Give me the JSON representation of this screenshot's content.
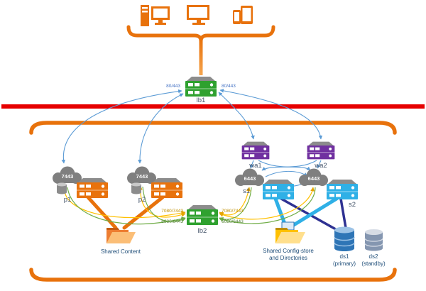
{
  "diagram": {
    "type": "network-architecture",
    "colors": {
      "orange": "#E8720C",
      "firewall_red": "#E60000",
      "load_balancer_green": "#2FA12F",
      "web_adaptor_purple": "#7030A0",
      "server_blue": "#2FB0E6",
      "cloud_gray": "#7F7F7F",
      "arrow_blue": "#5B9BD5",
      "arrow_gold": "#FFC000",
      "arrow_green": "#70AD47",
      "storage_navy": "#2E3192"
    },
    "lb1": {
      "label": "lb1",
      "port_left": "80/443",
      "port_right": "80/443"
    },
    "lb2": {
      "label": "lb2",
      "port_top_left": "7080/7443",
      "port_top_right": "7080/7443",
      "port_bottom_left": "6080/6443",
      "port_bottom_right": "6080/6443"
    },
    "p1": {
      "label": "p1",
      "port": "7443"
    },
    "p2": {
      "label": "p2",
      "port": "7443"
    },
    "wa1": {
      "label": "wa1"
    },
    "wa2": {
      "label": "wa2"
    },
    "s1": {
      "label": "s1",
      "port": "6443"
    },
    "s2": {
      "label": "s2",
      "port": "6443"
    },
    "shared_content": {
      "label": "Shared Content"
    },
    "config_store": {
      "line1": "Shared Config-store",
      "line2": "and Directories"
    },
    "ds1": {
      "line1": "ds1",
      "line2": "(primary)"
    },
    "ds2": {
      "line1": "ds2",
      "line2": "(standby)"
    }
  }
}
